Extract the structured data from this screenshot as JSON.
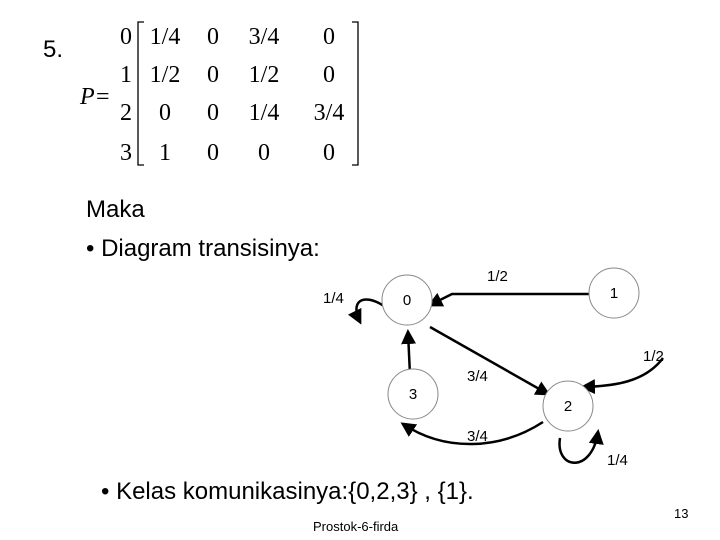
{
  "slide": {
    "item_number": "5.",
    "maka": "Maka",
    "diagram_heading": "• Diagram transisinya:",
    "classes_line": "• Kelas komunikasinya:{0,2,3} , {1}.",
    "footer": "Prostok-6-firda",
    "page_number": "13"
  },
  "matrix": {
    "symbol": "P",
    "equals": "=",
    "row_labels": [
      "0",
      "1",
      "2",
      "3"
    ],
    "cells": [
      [
        "1/4",
        "0",
        "3/4",
        "0"
      ],
      [
        "1/2",
        "0",
        "1/2",
        "0"
      ],
      [
        "0",
        "0",
        "1/4",
        "3/4"
      ],
      [
        "1",
        "0",
        "0",
        "0"
      ]
    ]
  },
  "diagram": {
    "states": [
      "0",
      "1",
      "2",
      "3"
    ],
    "edge_labels": {
      "loop_0": "1/4",
      "from_1_to_0": "1/2",
      "from_1_to_2": "1/2",
      "from_0_to_2": "3/4",
      "from_2_to_3": "3/4",
      "loop_2": "1/4"
    }
  }
}
